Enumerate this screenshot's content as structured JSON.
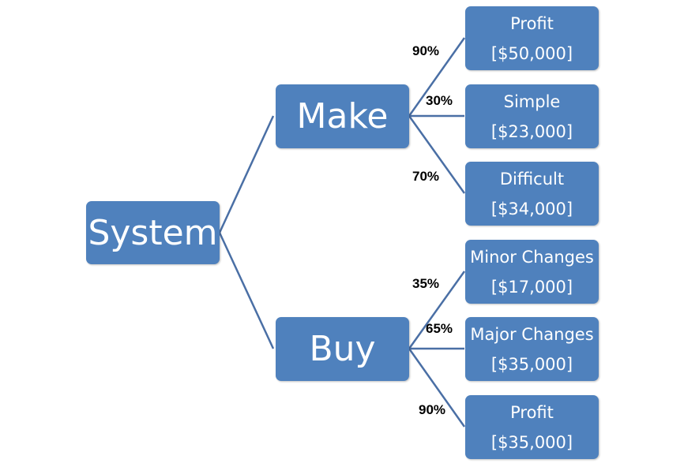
{
  "root": {
    "label": "System"
  },
  "branches": [
    {
      "label": "Make",
      "outcomes": [
        {
          "probability": "90%",
          "name": "Profit",
          "value": "[$50,000]"
        },
        {
          "probability": "30%",
          "name": "Simple",
          "value": "[$23,000]"
        },
        {
          "probability": "70%",
          "name": "Difficult",
          "value": "[$34,000]"
        }
      ]
    },
    {
      "label": "Buy",
      "outcomes": [
        {
          "probability": "35%",
          "name": "Minor Changes",
          "value": "[$17,000]"
        },
        {
          "probability": "65%",
          "name": "Major Changes",
          "value": "[$35,000]"
        },
        {
          "probability": "90%",
          "name": "Profit",
          "value": "[$35,000]"
        }
      ]
    }
  ],
  "colors": {
    "node_fill": "#4f81bd",
    "link_stroke": "#4a6fa5",
    "node_text": "#ffffff"
  }
}
